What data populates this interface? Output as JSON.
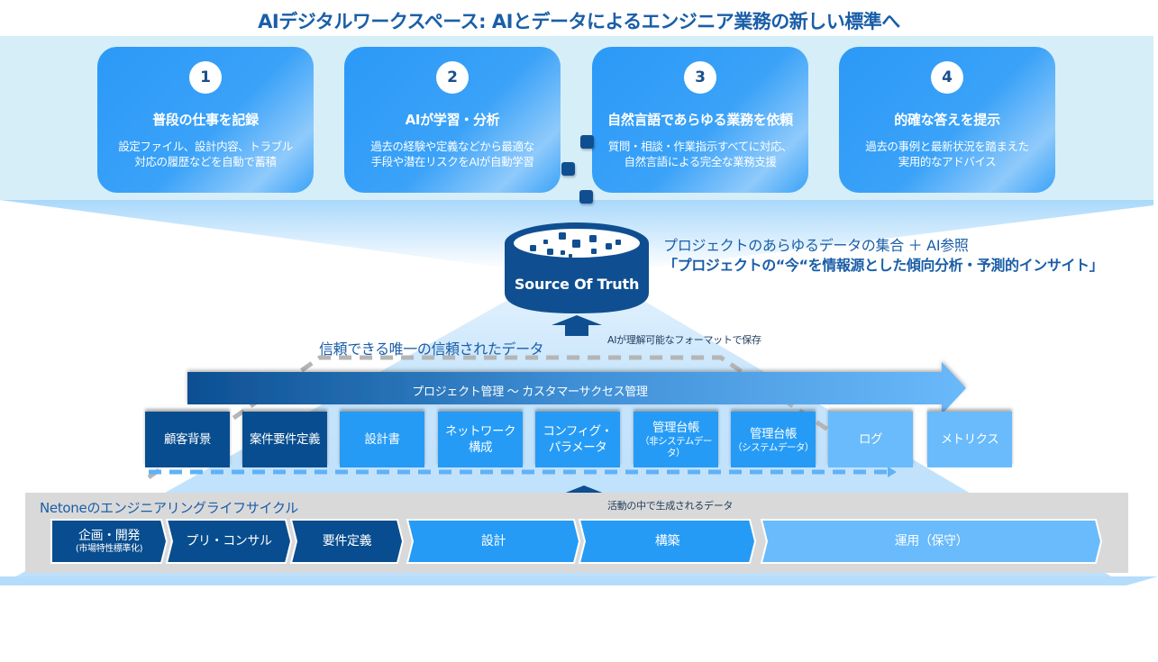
{
  "title": "AIデジタルワークスペース: AIとデータによるエンジニア業務の新しい標準へ",
  "colors": {
    "title_blue": "#1a5ea8",
    "dark_navy": "#074d8f",
    "mid_blue": "#259bf6",
    "light_blue": "#69bbfc",
    "band_bg": "#d6eef8",
    "lifecycle_bg": "#d9d9d9"
  },
  "steps": [
    {
      "number": "1",
      "title": "普段の仕事を記録",
      "desc_line1": "設定ファイル、設計内容、トラブル",
      "desc_line2": "対応の履歴などを自動で蓄積"
    },
    {
      "number": "2",
      "title": "AIが学習・分析",
      "desc_line1": "過去の経験や定義などから最適な",
      "desc_line2": "手段や潜在リスクをAIが自動学習"
    },
    {
      "number": "3",
      "title": "自然言語であらゆる業務を依頼",
      "desc_line1": "質問・相談・作業指示すべてに対応、",
      "desc_line2": "自然言語による完全な業務支援"
    },
    {
      "number": "4",
      "title": "的確な答えを提示",
      "desc_line1": "過去の事例と最新状況を踏まえた",
      "desc_line2": "実用的なアドバイス"
    }
  ],
  "source_of_truth": {
    "label": "Source Of Truth",
    "caption_line1": "プロジェクトのあらゆるデータの集合 ＋ AI参照",
    "caption_line2": "「プロジェクトの“今“を情報源とした傾向分析・予測的インサイト」",
    "store_note": "AIが理解可能なフォーマットで保存"
  },
  "trusted_data_label": "信頼できる唯一の信頼されたデータ",
  "project_management_label": "プロジェクト管理 ～ カスタマーサクセス管理",
  "data_items": [
    {
      "label": "顧客背景",
      "sub": "",
      "tone": "dark"
    },
    {
      "label": "案件要件定義",
      "sub": "",
      "tone": "dark"
    },
    {
      "label": "設計書",
      "sub": "",
      "tone": "mid"
    },
    {
      "label": "ネットワーク",
      "label2": "構成",
      "sub": "",
      "tone": "mid"
    },
    {
      "label": "コンフィグ・",
      "label2": "パラメータ",
      "sub": "",
      "tone": "mid"
    },
    {
      "label": "管理台帳",
      "sub": "（非システムデータ）",
      "tone": "mid"
    },
    {
      "label": "管理台帳",
      "sub": "（システムデータ）",
      "tone": "mid"
    },
    {
      "label": "ログ",
      "sub": "",
      "tone": "light"
    },
    {
      "label": "メトリクス",
      "sub": "",
      "tone": "light"
    }
  ],
  "lifecycle": {
    "title": "Netoneのエンジニアリングライフサイクル",
    "generated_note": "活動の中で生成されるデータ",
    "phases": [
      {
        "label": "企画・開発",
        "sub": "(市場特性標準化)",
        "tone": "dark"
      },
      {
        "label": "プリ・コンサル",
        "sub": "",
        "tone": "dark"
      },
      {
        "label": "要件定義",
        "sub": "",
        "tone": "dark"
      },
      {
        "label": "設計",
        "sub": "",
        "tone": "mid"
      },
      {
        "label": "構築",
        "sub": "",
        "tone": "mid"
      },
      {
        "label": "運用（保守）",
        "sub": "",
        "tone": "light"
      }
    ]
  }
}
